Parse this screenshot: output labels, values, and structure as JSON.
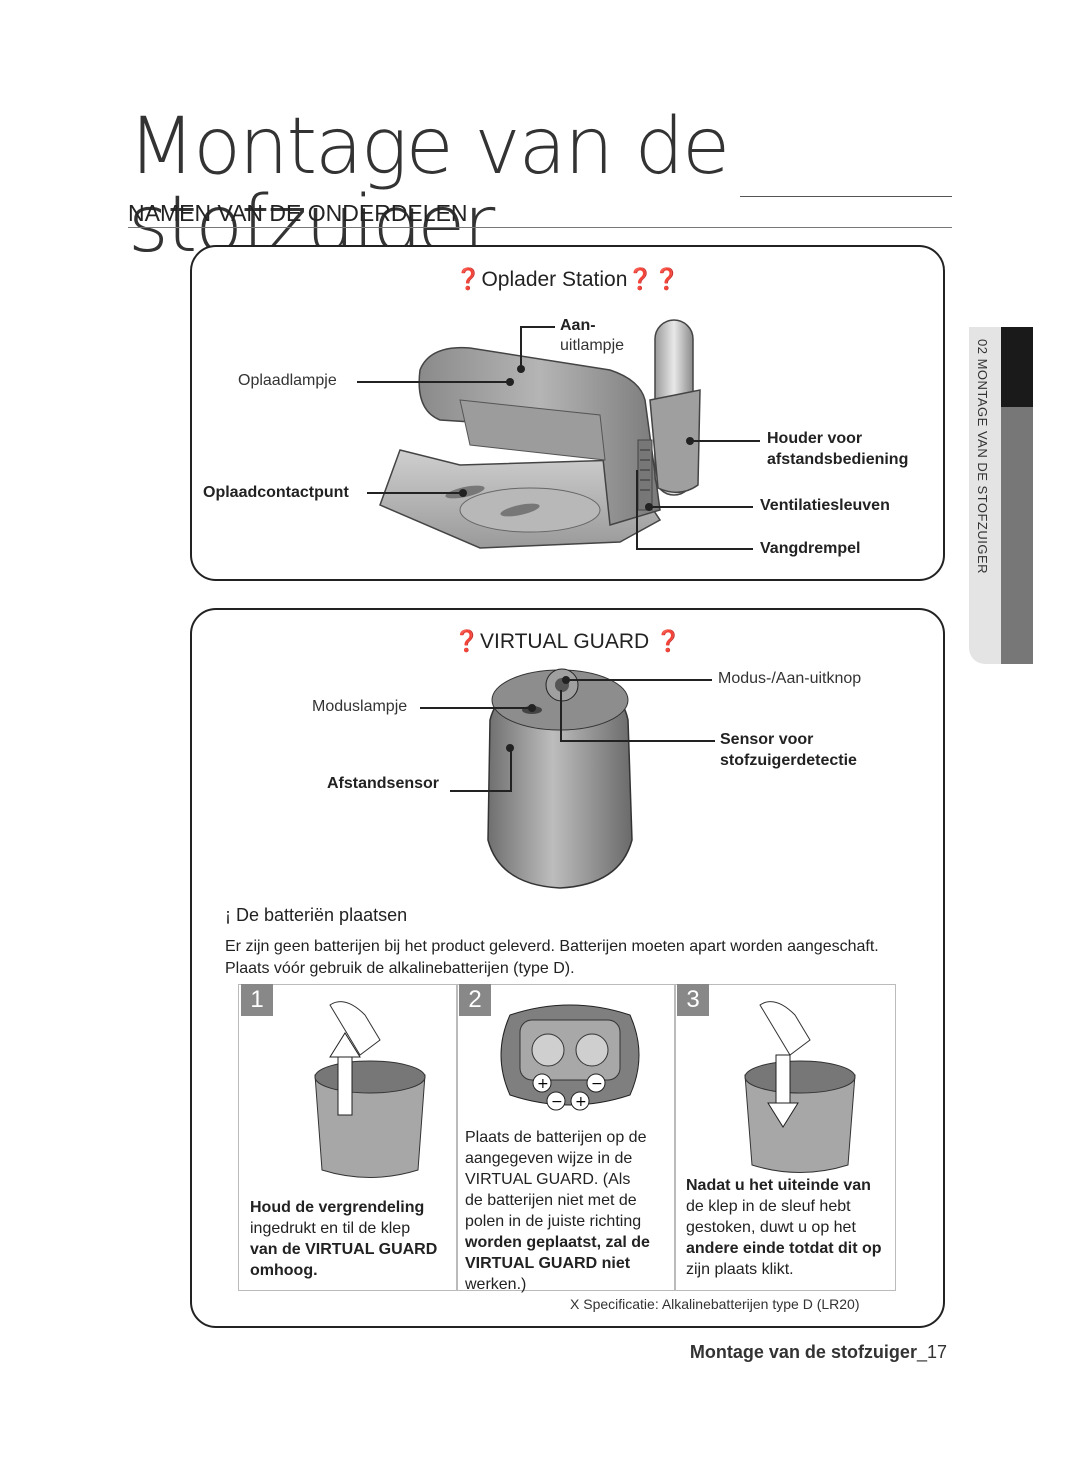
{
  "page": {
    "title": "Montage van de stofzuiger",
    "section": "NAMEN VAN DE ONDERDELEN",
    "side_tab": "02 MONTAGE VAN DE STOFZUIGER",
    "footer_label": "Montage van de stofzuiger",
    "footer_page": "_17"
  },
  "charger": {
    "title": "❓Oplader Station❓❓",
    "labels": {
      "onoff_bold": "Aan-",
      "onoff_light": "uitlampje",
      "charge_lamp": "Oplaadlampje",
      "contact": "Oplaadcontactpunt",
      "holder_1": "Houder voor",
      "holder_2": "afstandsbediening",
      "vents": "Ventilatiesleuven",
      "catcher": "Vangdrempel"
    }
  },
  "guard": {
    "title": "❓VIRTUAL GUARD ❓",
    "labels": {
      "mode_button": "Modus-/Aan-uitknop",
      "mode_lamp": "Moduslampje",
      "sensor_1": "Sensor voor",
      "sensor_2": "stofzuigerdetectie",
      "distance": "Afstandsensor"
    },
    "batteries_heading": "¡ De batteriën plaatsen",
    "intro_1": "Er zijn geen batterijen bij het product geleverd. Batterijen moeten apart worden aangeschaft.",
    "intro_2": "Plaats vóór gebruik de alkalinebatterijen (type D).",
    "steps": [
      {
        "num": "1",
        "bold_1": "Houd de vergrendeling",
        "text_1": "ingedrukt en til de klep",
        "bold_2": "van de VIRTUAL GUARD",
        "bold_3": "omhoog."
      },
      {
        "num": "2",
        "text_1": "Plaats de batterijen op de",
        "text_2": "aangegeven wijze in de",
        "text_3": "VIRTUAL GUARD. (Als",
        "text_4": "de batterijen niet met de",
        "text_5": "polen in de juiste richting",
        "bold_1": "worden geplaatst, zal de",
        "bold_2": "VIRTUAL GUARD niet",
        "text_6": "werken.)"
      },
      {
        "num": "3",
        "bold_1": "Nadat u het uiteinde van",
        "text_1": "de klep in de sleuf hebt",
        "text_2": "gestoken, duwt u op het",
        "bold_2": "andere einde totdat dit op",
        "text_3": "zijn plaats klikt."
      }
    ],
    "spec": "X Specificatie: Alkalinebatterijen type D (LR20)"
  },
  "colors": {
    "side_tab_dark": "#1a1a1a",
    "side_tab_gray": "#777777",
    "step_badge": "#888888"
  }
}
